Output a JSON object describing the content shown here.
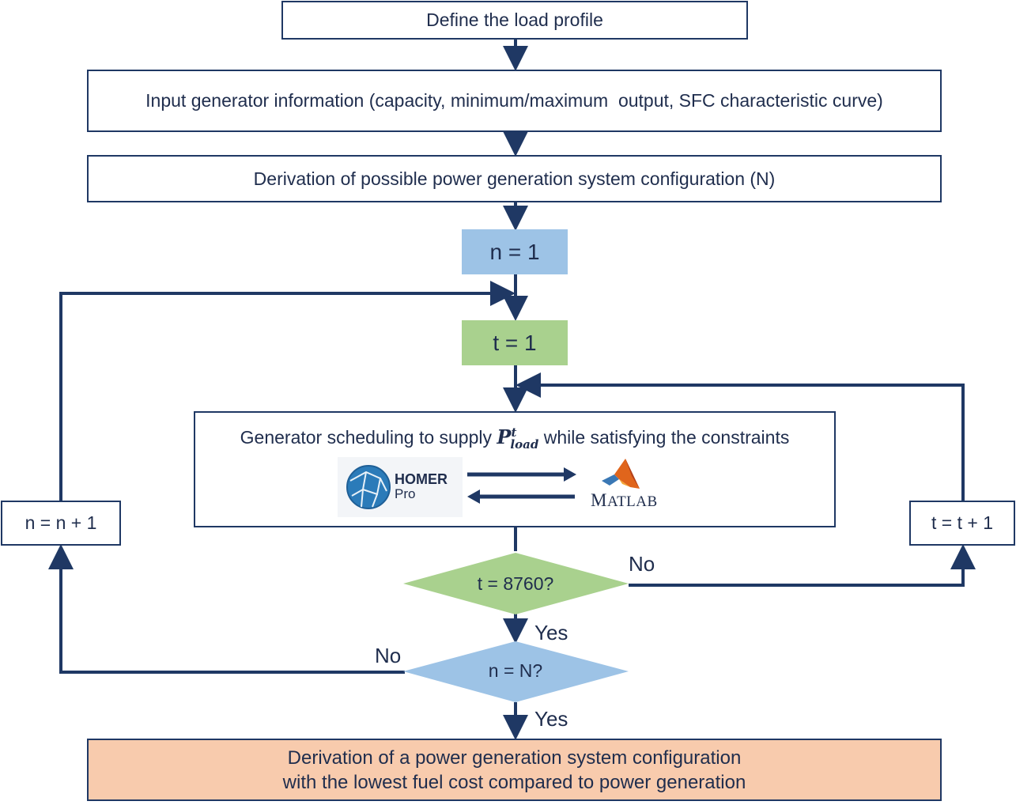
{
  "steps": {
    "define_load": "Define the load profile",
    "input_generator": "Input generator information (capacity, minimum/maximum  output, SFC characteristic curve)",
    "derive_configurations": "Derivation of possible power generation system configuration (N)",
    "init_n": "n = 1",
    "init_t": "t = 1",
    "increment_n": "n = n + 1",
    "increment_t": "t = t + 1"
  },
  "scheduling": {
    "text_before": "Generator scheduling to supply ",
    "symbol": "P",
    "superscript": "t",
    "subscript": "load",
    "text_after": " while satisfying the constraints",
    "homer_logo": {
      "name": "HOMER",
      "sub": "Pro"
    },
    "matlab_logo": {
      "first": "M",
      "rest": "ATLAB"
    }
  },
  "decisions": {
    "time_check": "t = 8760?",
    "config_check": "n = N?"
  },
  "edge_labels": {
    "time_no": "No",
    "time_yes": "Yes",
    "config_no": "No",
    "config_yes": "Yes"
  },
  "result": {
    "line1": "Derivation of a power generation system configuration",
    "line2": "with the lowest fuel cost compared to power generation"
  },
  "colors": {
    "line": "#1f3864",
    "text": "#1f2d4d",
    "n_box": "#9dc3e6",
    "t_box": "#a9d18e",
    "time_diamond": "#a9d18e",
    "config_diamond": "#9dc3e6",
    "result_box": "#f8cbad"
  },
  "icons": [
    "homer-pro-logo-icon",
    "matlab-logo-icon",
    "exchange-arrows-icon"
  ]
}
